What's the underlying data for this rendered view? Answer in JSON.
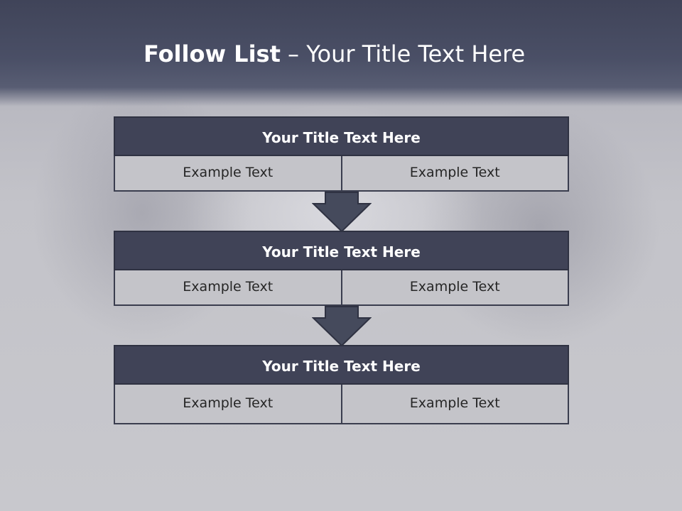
{
  "slide": {
    "title_bold": "Follow List",
    "title_dash": "–",
    "title_rest": "Your Title Text Here"
  },
  "blocks": [
    {
      "title": "Your Title Text Here",
      "left": "Example Text",
      "right": "Example Text"
    },
    {
      "title": "Your Title Text Here",
      "left": "Example Text",
      "right": "Example Text"
    },
    {
      "title": "Your Title Text Here",
      "left": "Example Text",
      "right": "Example Text"
    }
  ],
  "colors": {
    "header": "#404459",
    "block_title": "#404357",
    "cell": "#c4c4c9",
    "arrow": "#454a5c"
  }
}
